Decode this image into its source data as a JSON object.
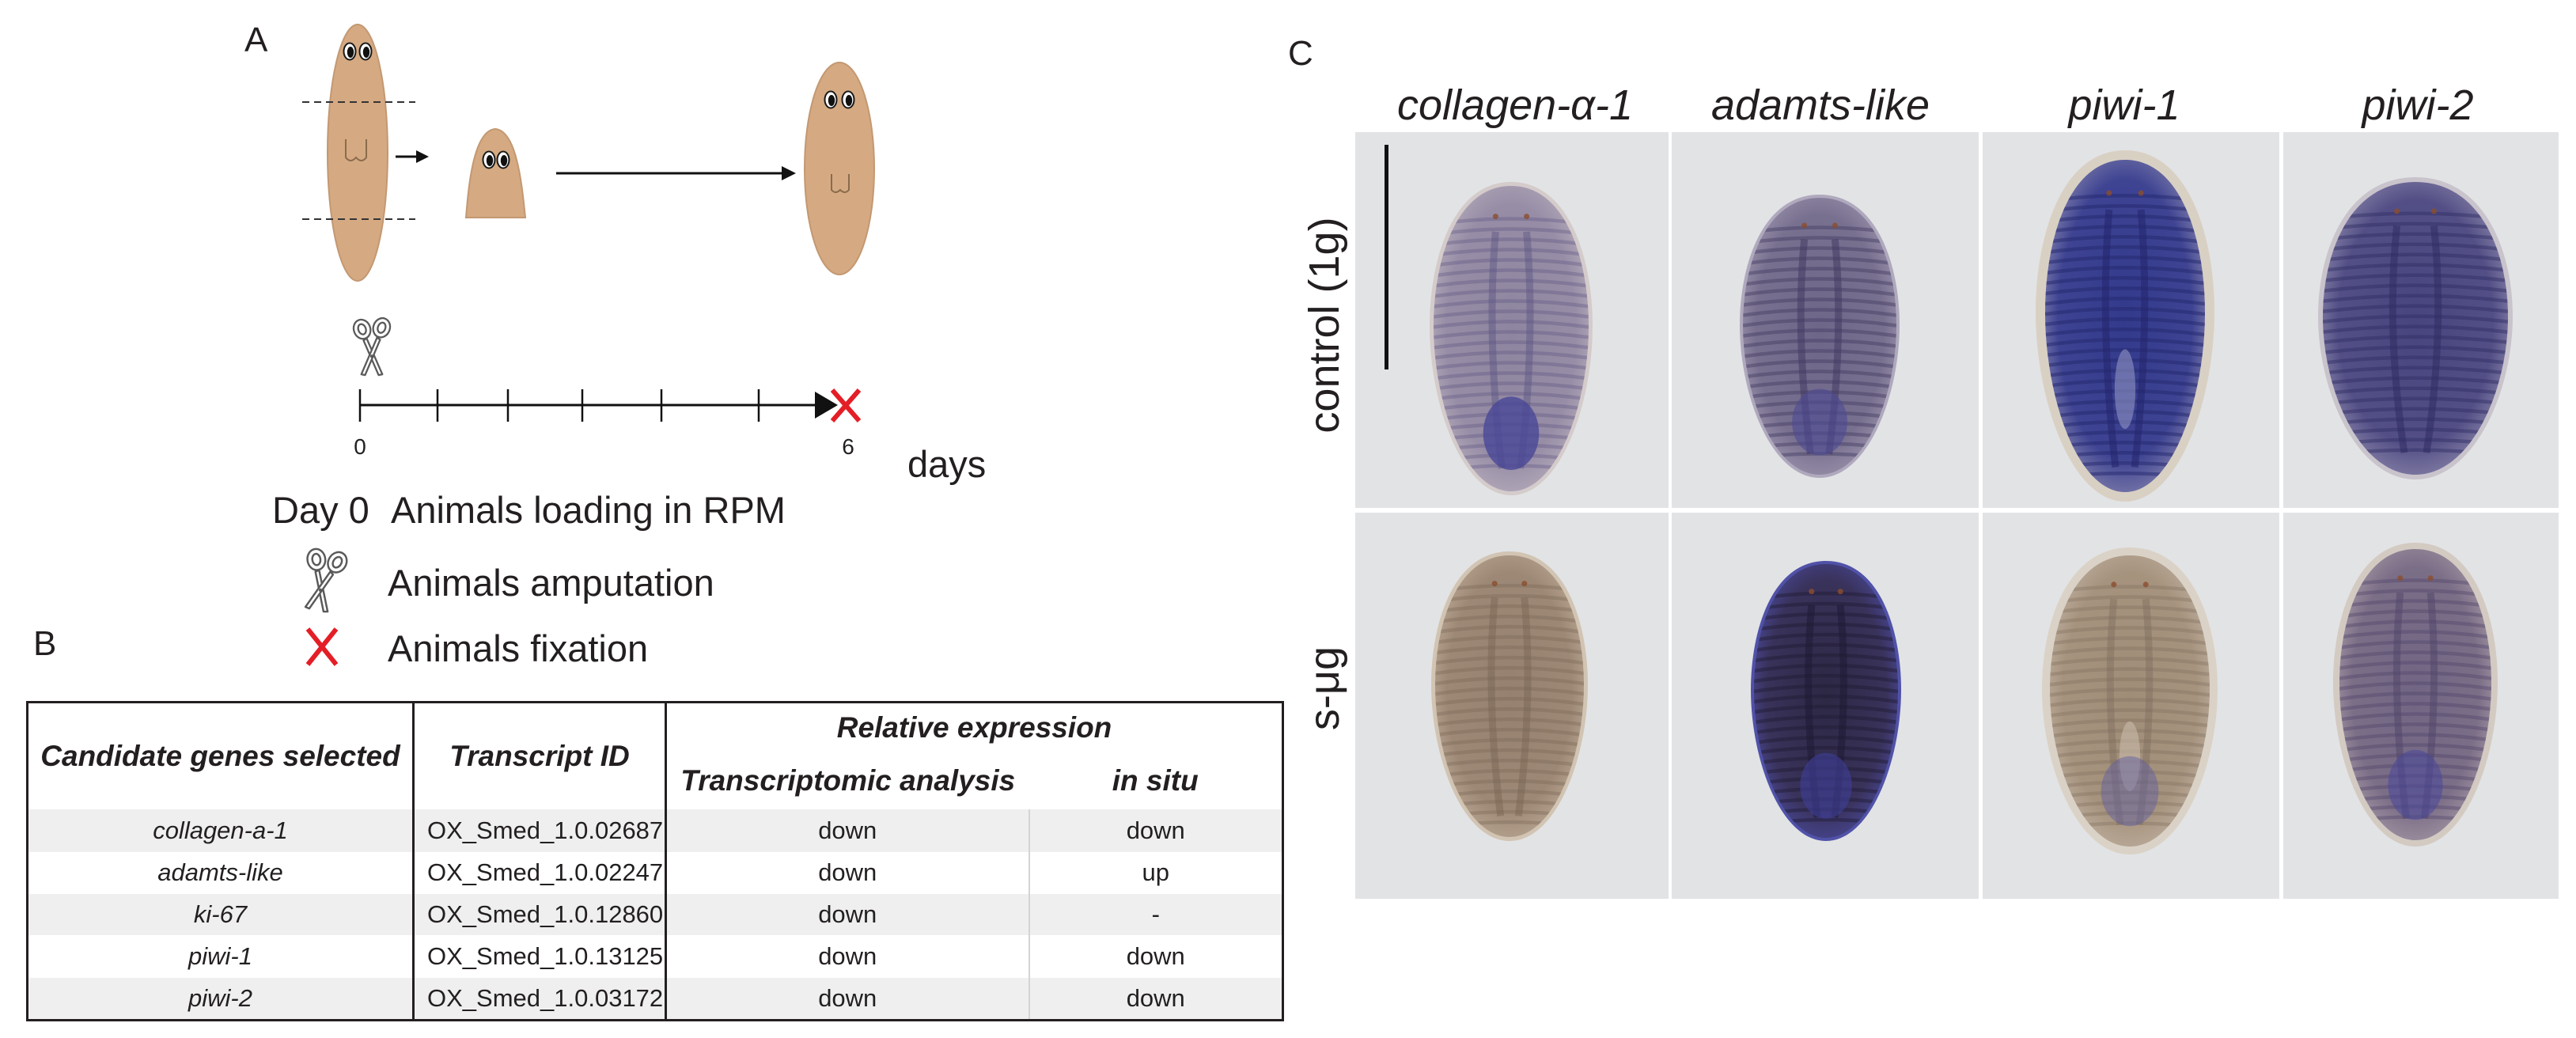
{
  "panel_a": {
    "label": "A",
    "timeline": {
      "start_label": "0",
      "end_label": "6",
      "unit": "days"
    },
    "legend": [
      {
        "key": "Day 0",
        "text": "Animals loading in RPM"
      },
      {
        "icon": "scissors-icon",
        "text": "Animals amputation"
      },
      {
        "icon": "red-x-icon",
        "text": "Animals fixation"
      }
    ],
    "colors": {
      "planarian": "#D5AA82",
      "fixation_mark": "#E41E26"
    }
  },
  "panel_b": {
    "label": "B",
    "table": {
      "headers": {
        "genes": "Candidate genes selected",
        "transcript": "Transcript ID",
        "relative": "Relative expression",
        "transcriptomic": "Transcriptomic analysis",
        "in_situ": "in situ"
      },
      "rows": [
        {
          "gene": "collagen-a-1",
          "transcript_id": "OX_Smed_1.0.02687",
          "transcriptomic": "down",
          "in_situ": "down"
        },
        {
          "gene": "adamts-like",
          "transcript_id": "OX_Smed_1.0.02247",
          "transcriptomic": "down",
          "in_situ": "up"
        },
        {
          "gene": "ki-67",
          "transcript_id": "OX_Smed_1.0.12860",
          "transcriptomic": "down",
          "in_situ": "-"
        },
        {
          "gene": "piwi-1",
          "transcript_id": "OX_Smed_1.0.13125",
          "transcriptomic": "down",
          "in_situ": "down"
        },
        {
          "gene": "piwi-2",
          "transcript_id": "OX_Smed_1.0.03172",
          "transcriptomic": "down",
          "in_situ": "down"
        }
      ]
    }
  },
  "panel_c": {
    "label": "C",
    "columns": [
      "collagen-α-1",
      "adamts-like",
      "piwi-1",
      "piwi-2"
    ],
    "rows": [
      "control (1g)",
      "s-μg"
    ]
  }
}
